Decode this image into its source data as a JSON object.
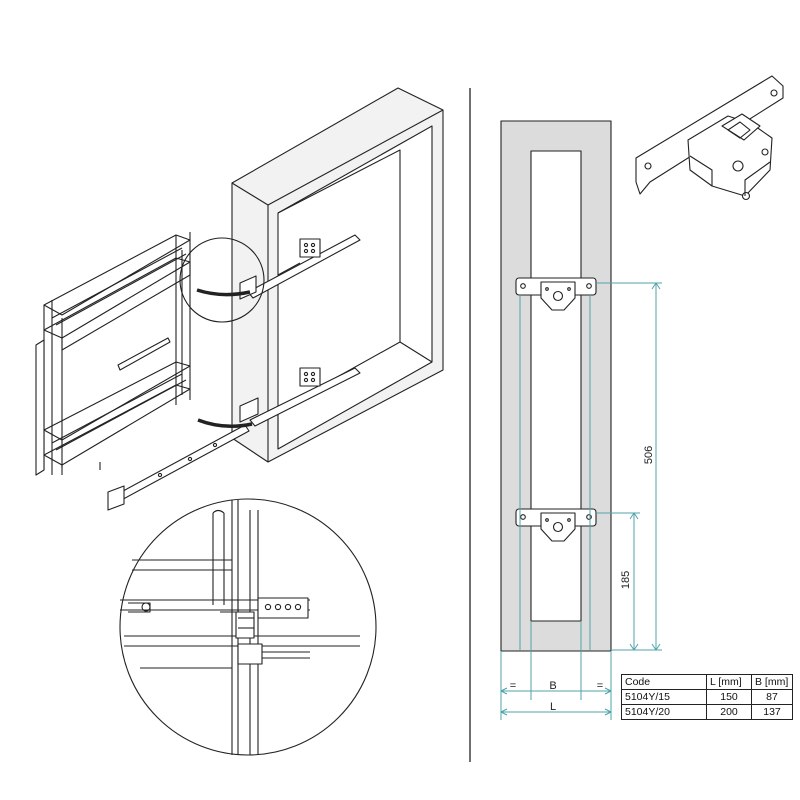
{
  "dimensions": {
    "height_total": "506",
    "height_lower": "185",
    "width_b": "B",
    "width_l": "L",
    "equal_left": "=",
    "equal_right": "="
  },
  "table": {
    "headers": [
      "Code",
      "L [mm]",
      "B [mm]"
    ],
    "rows": [
      [
        "5104Y/15",
        "150",
        "87"
      ],
      [
        "5104Y/20",
        "200",
        "137"
      ]
    ]
  },
  "colors": {
    "line": "#222222",
    "dimension": "#4fa3a8",
    "frame_fill": "#d9d9d9",
    "divider": "#333333"
  }
}
